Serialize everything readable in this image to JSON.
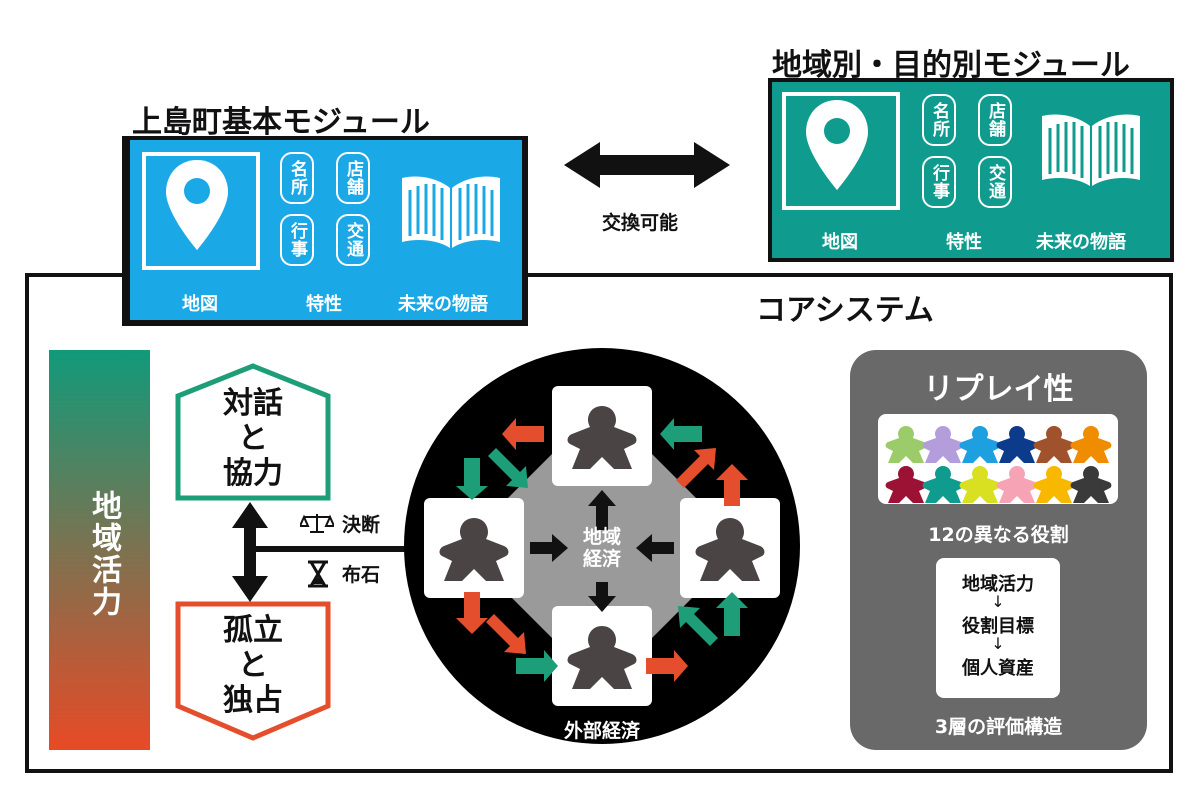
{
  "colors": {
    "blue": "#1aa8e6",
    "teal": "#0f9b8e",
    "green": "#1e9e78",
    "red_orange": "#e54e2c",
    "grey_panel": "#696969",
    "meeple_dark": "#4a4444"
  },
  "left_module": {
    "title": "上島町基本モジュール",
    "chips": [
      "名所",
      "店舗",
      "行事",
      "交通"
    ],
    "labels": {
      "map": "地図",
      "traits": "特性",
      "story": "未来の物語"
    }
  },
  "right_module": {
    "title": "地域別・目的別モジュール",
    "chips": [
      "名所",
      "店舗",
      "行事",
      "交通"
    ],
    "labels": {
      "map": "地図",
      "traits": "特性",
      "story": "未来の物語"
    }
  },
  "exchange_label": "交換可能",
  "core": {
    "title": "コアシステム",
    "vitality_bar": "地域活力",
    "top_box": [
      "対話",
      "と",
      "協力"
    ],
    "bottom_box": [
      "孤立",
      "と",
      "独占"
    ],
    "decision_label": "決断",
    "stone_label": "布石",
    "center_label": [
      "地域",
      "経済"
    ],
    "outer_label": "外部経済"
  },
  "replay": {
    "title": "リプレイ性",
    "meeple_colors": [
      "#9ccc6a",
      "#b39ddb",
      "#1e9fe0",
      "#0d3b8c",
      "#a0522d",
      "#f08c00",
      "#9b1235",
      "#0f9b8e",
      "#d9e021",
      "#f5a3b5",
      "#f9b800",
      "#3a3a3a"
    ],
    "roles_caption": "12の異なる役割",
    "stack": [
      "地域活力",
      "役割目標",
      "個人資産"
    ],
    "stack_arrow": "↓",
    "eval_caption": "3層の評価構造"
  }
}
